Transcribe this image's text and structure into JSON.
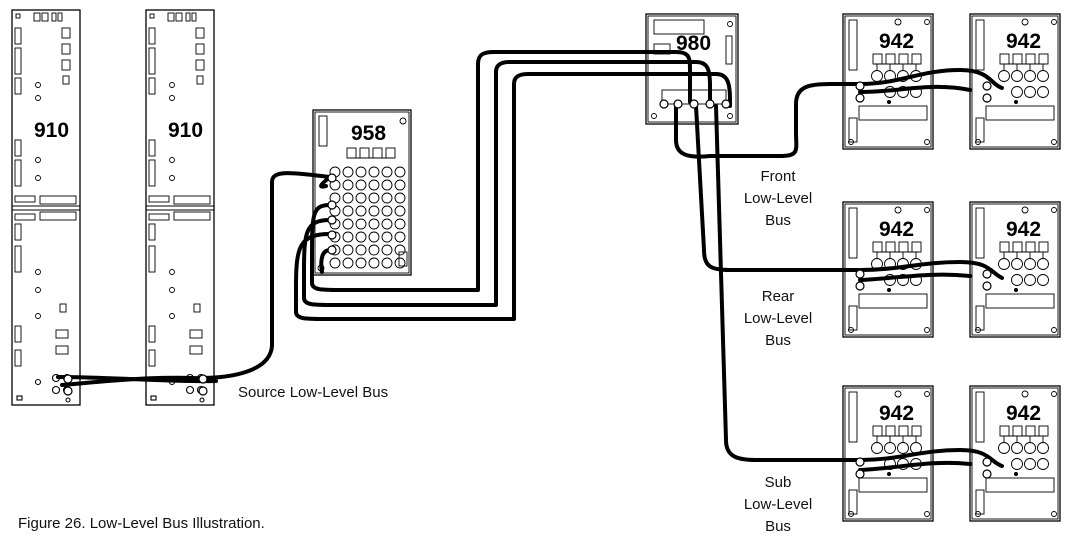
{
  "modules": {
    "m910a": "910",
    "m910b": "910",
    "m958": "958",
    "m980": "980",
    "m942": [
      "942",
      "942",
      "942",
      "942",
      "942",
      "942"
    ]
  },
  "labels": {
    "source_bus": "Source Low-Level Bus",
    "front_bus": [
      "Front",
      "Low-Level",
      "Bus"
    ],
    "rear_bus": [
      "Rear",
      "Low-Level",
      "Bus"
    ],
    "sub_bus": [
      "Sub",
      "Low-Level",
      "Bus"
    ]
  },
  "caption": "Figure 26.  Low-Level Bus Illustration."
}
